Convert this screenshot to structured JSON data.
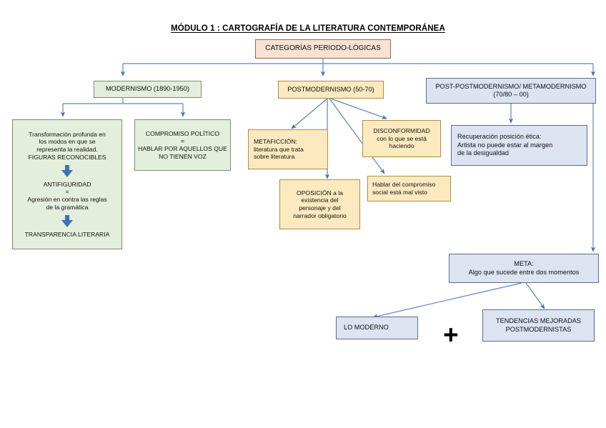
{
  "document": {
    "title": "MÓDULO 1 : CARTOGRAFÍA DE LA LITERATURA CONTEMPORÁNEA",
    "plus_symbol": "+"
  },
  "colors": {
    "peach_fill": "#F9E2D2",
    "peach_border": "#8C6A52",
    "green_fill": "#E4EEDC",
    "green_border": "#7C8C70",
    "yellow_fill": "#FCE9C0",
    "yellow_border": "#B08E43",
    "blue_fill": "#DCE3F1",
    "blue_border": "#5A6D8C",
    "connector": "#5B85C4",
    "inline_arrow": "#3F72B8"
  },
  "nodes": {
    "root": {
      "label": "CATEGORÍAS PERIODO-LÓGICAS"
    },
    "modernismo": {
      "label": "MODERNISMO (1890-1950)"
    },
    "postmodernismo": {
      "label": "POSTMODERNISMO (50-70)"
    },
    "post_postmodernismo": {
      "label": "POST-POSTMODERNISMO/ METAMODERNISMO\n(70/80 – 00)"
    },
    "transformacion": {
      "line1": "Transformación profunda en\nlos modos en que se\nrepresenta la realidad.\nFIGURAS RECONOCIBLES",
      "line2": "ANTIFIGURIDAD\n=\nAgresión en contra las reglas\nde la gramática",
      "line3": "TRANSPARENCIA LITERARIA"
    },
    "compromiso": {
      "label": "COMPROMISO POLÍTICO\n=\nHABLAR POR AQUELLOS QUE\nNO TIENEN VOZ"
    },
    "metaficcion": {
      "label": "METAFICCIÓN:\nliteratura que trata\nsobre literatura"
    },
    "oposicion": {
      "label": "OPOSICIÓN a la\nexistencia del\npersonaje y del\nnarrador obligatorio"
    },
    "disconformidad": {
      "label": "DISCONFORMIDAD\ncon lo que se está\nhaciendo"
    },
    "hablar_compromiso": {
      "label": "Hablar del compromiso\nsocial está mal visto"
    },
    "recuperacion": {
      "label": "Recuperación posición ética:\nArtista no puede estar al margen\nde la desigualdad"
    },
    "meta": {
      "label": "META:\nAlgo que sucede entre dos momentos"
    },
    "lo_moderno": {
      "label": "LO MODERNO"
    },
    "tendencias": {
      "label": "TENDENCIAS MEJORADAS\nPOSTMODERNISTAS"
    }
  }
}
